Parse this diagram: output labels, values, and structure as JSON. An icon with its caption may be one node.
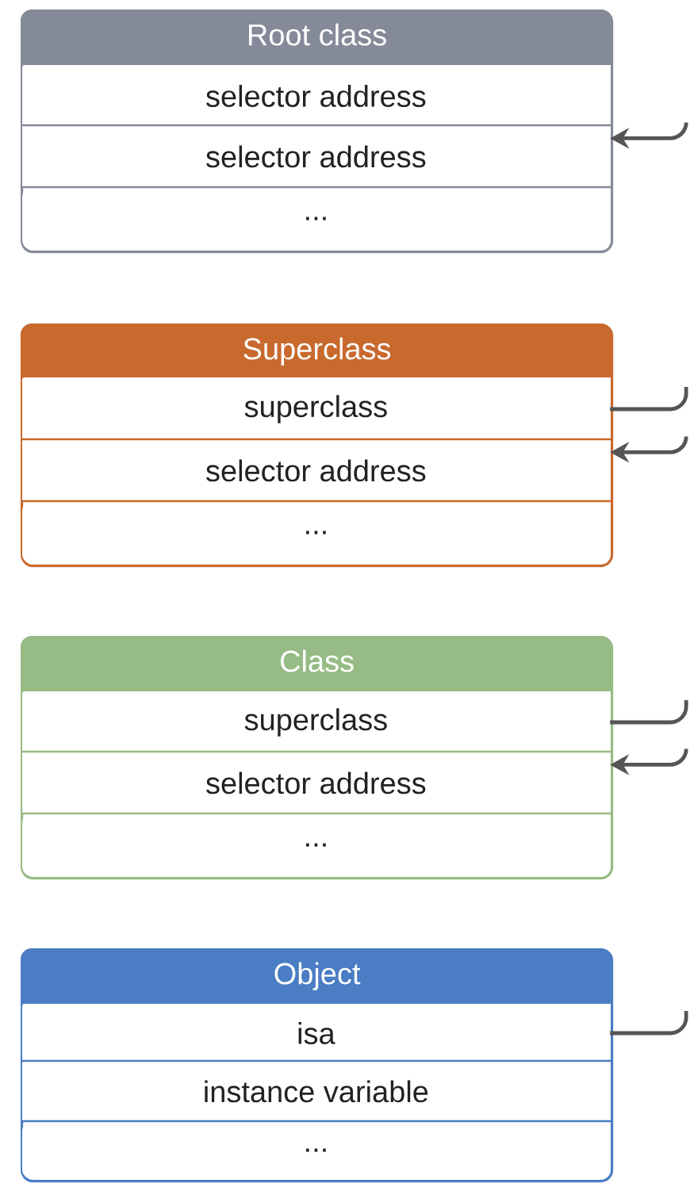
{
  "diagram": {
    "nodes": [
      {
        "text": [
          "Root class"
        ]
      },
      {
        "text": [
          "selector address"
        ],
        "in": 0
      },
      {
        "text": [
          "selector address"
        ],
        "in": 0
      },
      {
        "text": [
          "..."
        ],
        "in": 0
      },
      {
        "text": [
          "Superclass"
        ]
      },
      {
        "text": [
          "superclass"
        ],
        "in": 4
      },
      {
        "text": [
          "selector address"
        ],
        "in": 4
      },
      {
        "text": [
          "..."
        ],
        "in": 4
      },
      {
        "text": [
          "Class"
        ]
      },
      {
        "text": [
          "superclass"
        ],
        "in": 8
      },
      {
        "text": [
          "selector address"
        ],
        "in": 8
      },
      {
        "text": [
          "..."
        ],
        "in": 8
      },
      {
        "text": [
          "Object"
        ]
      },
      {
        "text": [
          "isa"
        ],
        "in": 12
      },
      {
        "text": [
          "instance variable"
        ],
        "in": 12
      },
      {
        "text": [
          "..."
        ],
        "in": 12
      }
    ],
    "edges": [
      {
        "from": null,
        "to": 2,
        "arrow": "to"
      },
      {
        "from": 5,
        "to": null,
        "arrow": "none"
      },
      {
        "from": null,
        "to": 6,
        "arrow": "to"
      },
      {
        "from": 9,
        "to": null,
        "arrow": "none"
      },
      {
        "from": null,
        "to": 10,
        "arrow": "to"
      },
      {
        "from": 13,
        "to": null,
        "arrow": "none"
      }
    ]
  }
}
